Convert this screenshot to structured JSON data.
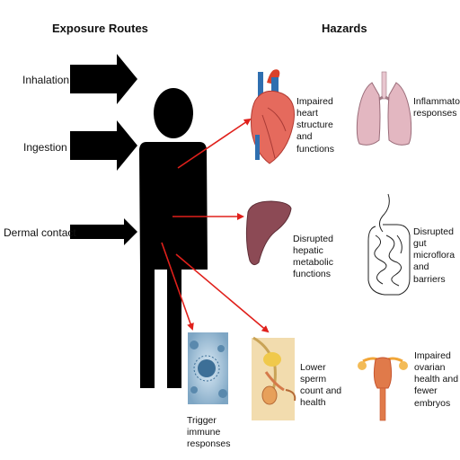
{
  "headings": {
    "exposure_routes": "Exposure Routes",
    "hazards": "Hazards"
  },
  "routes": {
    "inhalation": "Inhalation",
    "ingestion": "Ingestion",
    "dermal": "Dermal contact"
  },
  "hazards": {
    "heart": "Impaired heart structure and functions",
    "lungs": "Inflammatory responses",
    "liver": "Disrupted hepatic metabolic functions",
    "gut": "Disrupted gut microflora and barriers",
    "male": "Lower sperm count and health",
    "female": "Impaired ovarian health and fewer embryos",
    "immune": "Trigger immune responses"
  },
  "colors": {
    "arrow_route": "#000000",
    "arrow_hazard": "#e0201b",
    "figure": "#000000"
  }
}
